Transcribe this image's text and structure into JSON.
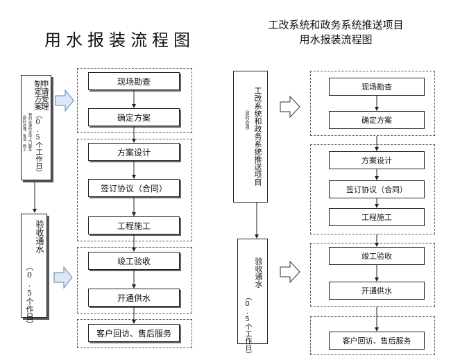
{
  "left": {
    "title": "用水报装流程图",
    "side1": {
      "col1": "申请受理",
      "col2": "制定方案",
      "col3": "（0.5个工作日）",
      "col4": "预约办理的主动上门服务",
      "col5": "（即时办理，电话、网上"
    },
    "side2": {
      "col1": "验收通水",
      "col2": "（0.5个作日）"
    },
    "steps": [
      "现场勘查",
      "确定方案",
      "方案设计",
      "签订协议（合同）",
      "工程施工",
      "竣工验收",
      "开通供水",
      "客户回访、售后服务"
    ]
  },
  "right": {
    "title_line1": "工改系统和政务系统推送项目",
    "title_line2": "用水报装流程图",
    "side1": {
      "col1": "工改系统和政务系统推送项目",
      "col2": "（即时办理）"
    },
    "side2": {
      "col1": "验收通水",
      "col2": "（0.5个工作日）"
    },
    "steps": [
      "现场勘查",
      "确定方案",
      "方案设计",
      "签订协议（合同）",
      "工程施工",
      "竣工验收",
      "开通供水",
      "客户回访、售后服务"
    ]
  },
  "colors": {
    "block_arrow_fill": "#dce8f5",
    "block_arrow_stroke": "#5b7fb0",
    "line": "#222222"
  }
}
